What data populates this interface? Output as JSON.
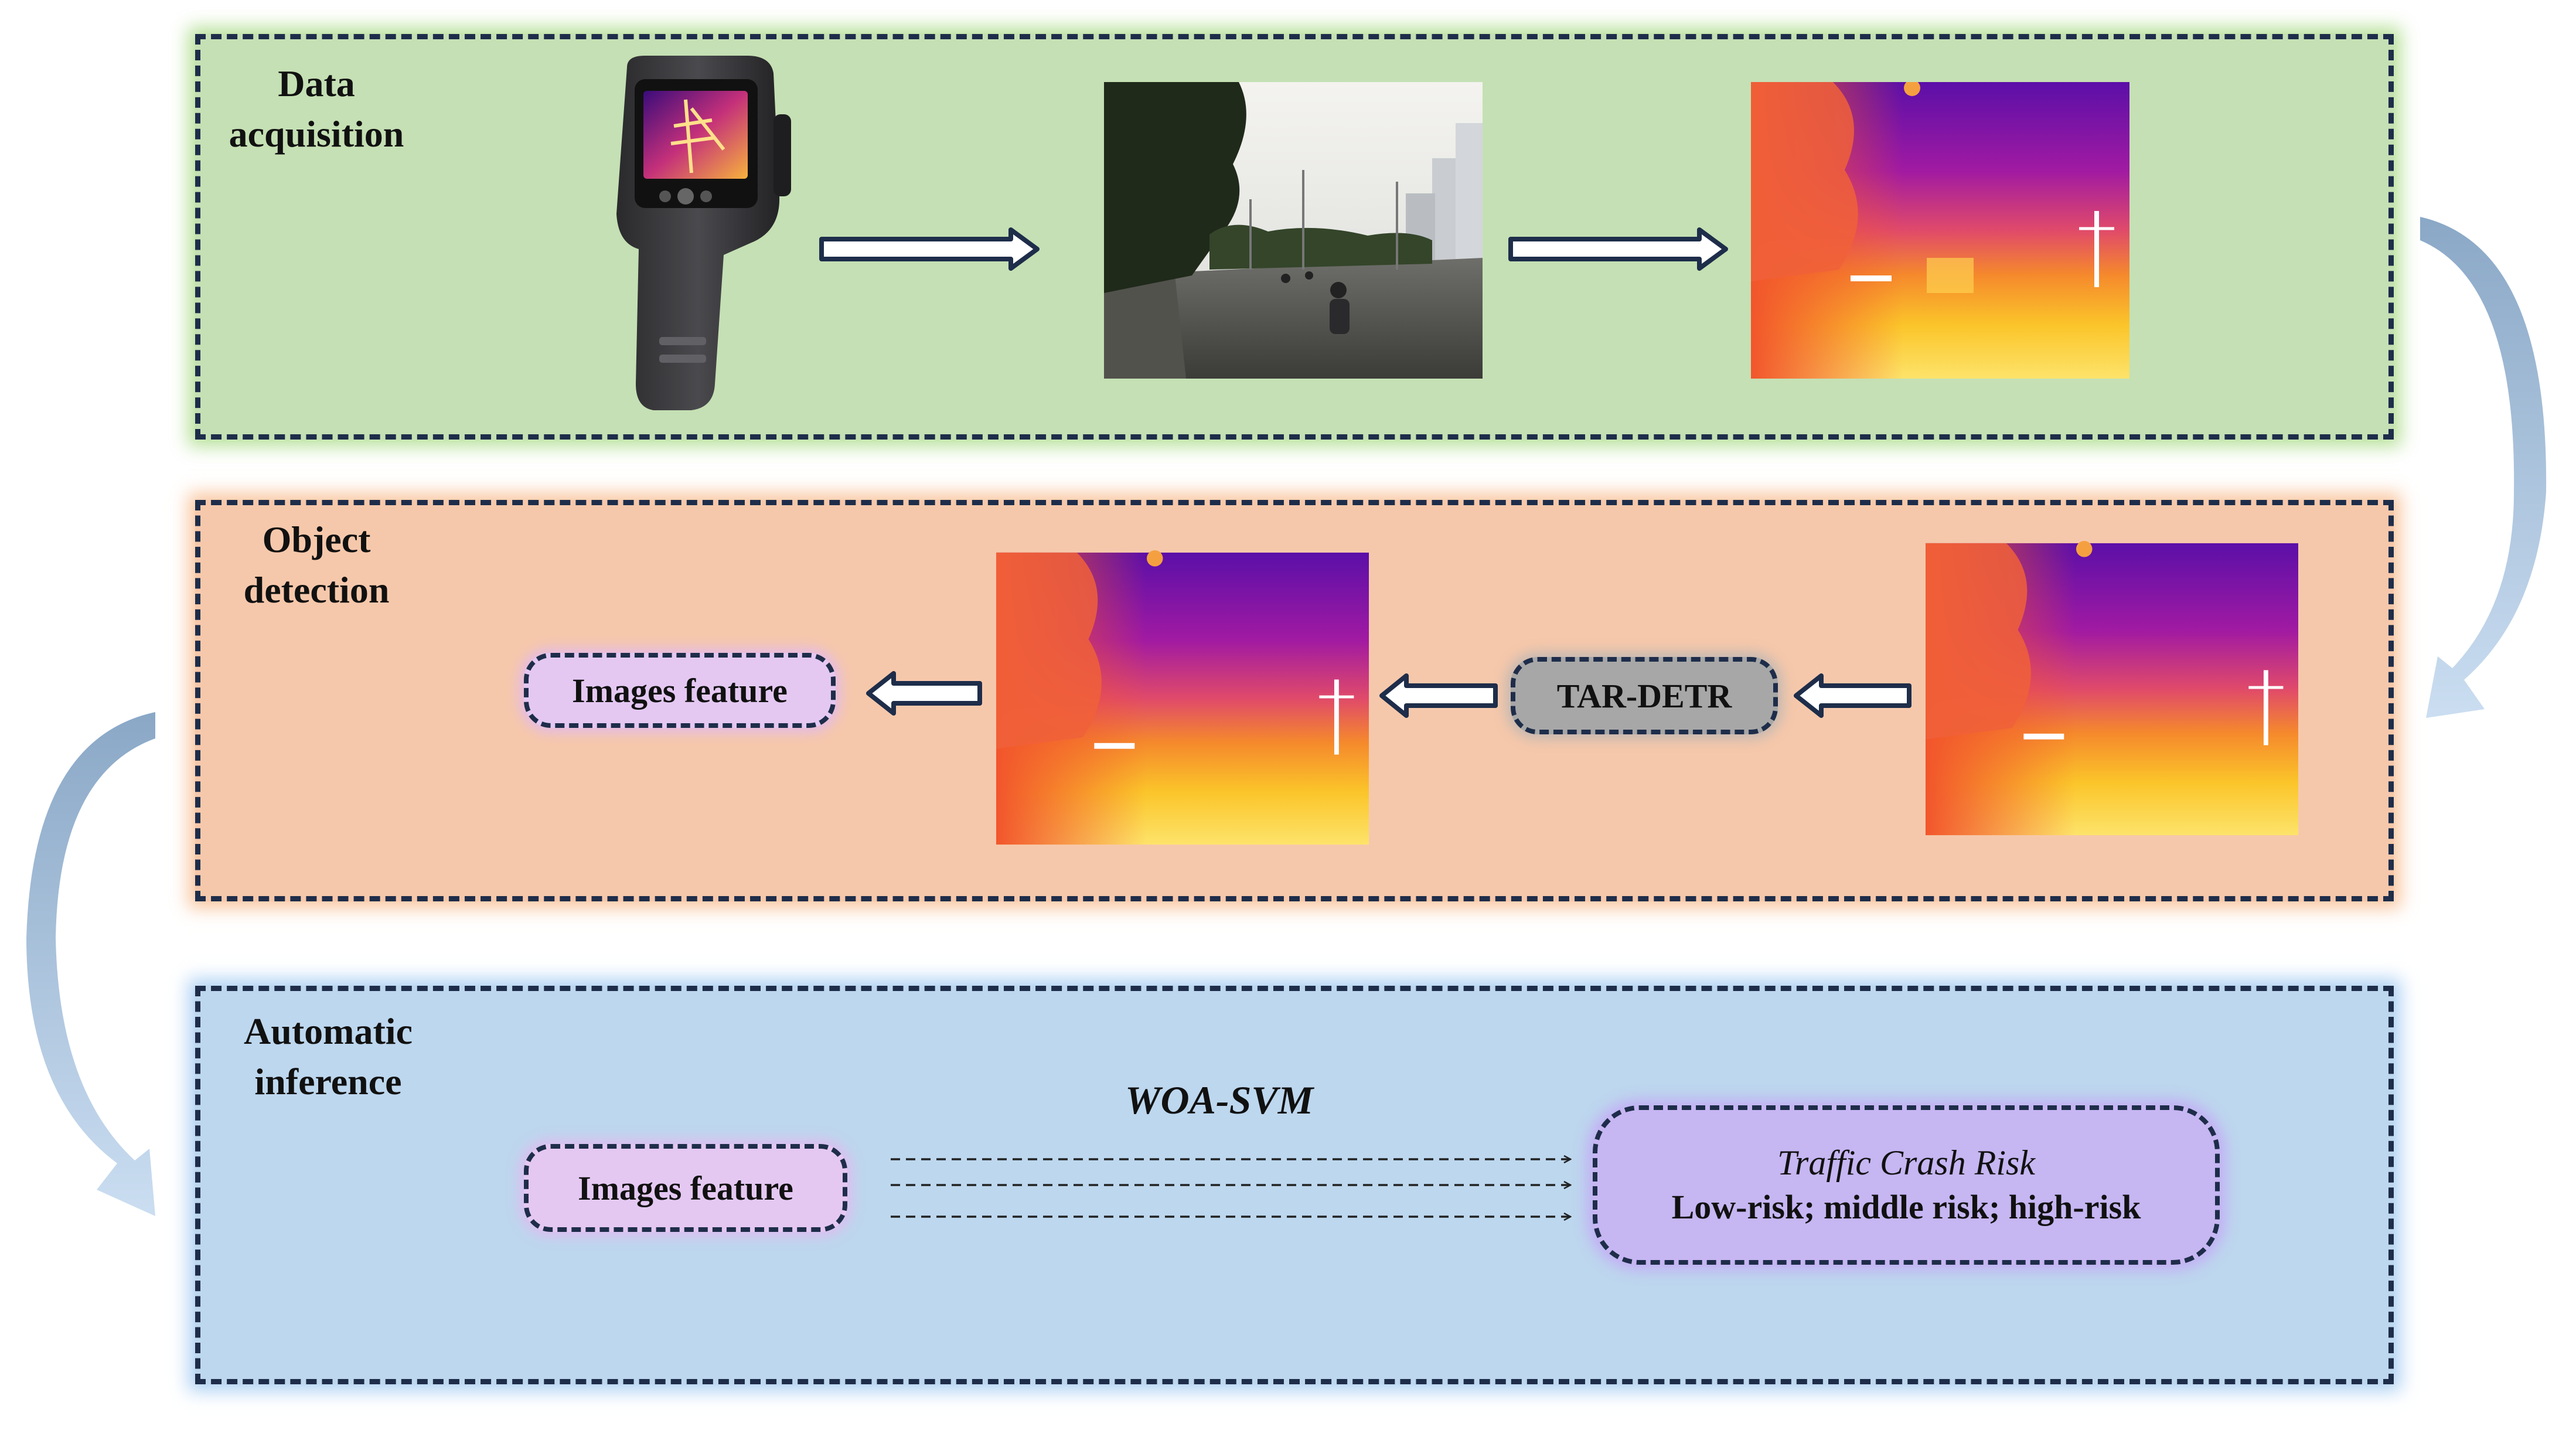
{
  "stages": {
    "data_acquisition": {
      "title_line1": "Data",
      "title_line2": "acquisition"
    },
    "object_detection": {
      "title_line1": "Object",
      "title_line2": "detection"
    },
    "automatic_inference": {
      "title_line1": "Automatic",
      "title_line2": "inference"
    }
  },
  "detection": {
    "model_label": "TAR-DETR",
    "output_label": "Images feature"
  },
  "inference": {
    "input_label": "Images feature",
    "method_label": "WOA-SVM",
    "output_title": "Traffic Crash Risk",
    "output_levels": "Low-risk; middle risk; high-risk"
  },
  "images": {
    "camera": "thermal-camera-device",
    "visible": "visible-road-scene-photo",
    "thermal": "infrared-road-scene-image"
  },
  "colors": {
    "acquisition_panel": "#c5e0b4",
    "detection_panel": "#f6c8ab",
    "inference_panel": "#bdd7ee",
    "dash_border": "#1e2d4a",
    "feature_box": "#e4c8f2",
    "model_box": "#a7a7a7",
    "risk_box": "#c6b6f2",
    "flow_arrow": "#8fb0cf"
  }
}
